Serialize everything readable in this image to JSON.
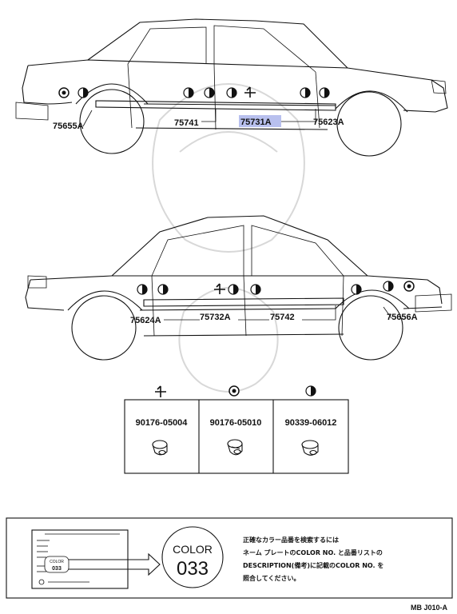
{
  "car_top": {
    "callouts": [
      "75655A",
      "75741",
      "75731A",
      "75623A"
    ],
    "highlighted": "75731A"
  },
  "car_bottom": {
    "callouts": [
      "75624A",
      "75732A",
      "75742",
      "75656A"
    ]
  },
  "fasteners": [
    {
      "symbol_icon": "cross-clip-icon",
      "part_no": "90176-05004"
    },
    {
      "symbol_icon": "round-clip-icon",
      "part_no": "90176-05010"
    },
    {
      "symbol_icon": "half-circle-clip-icon",
      "part_no": "90339-06012"
    }
  ],
  "color_note": {
    "color_label": "COLOR",
    "color_code": "033",
    "plate_code": "033",
    "plate_color_label": "COLOR",
    "japanese_lines": [
      "正確なカラー品番を検索するには",
      "ネーム プレートのCOLOR NO. と品番リストの",
      "DESCRIPTION(備考)に記載のCOLOR NO. を",
      "照合してください。"
    ]
  },
  "footer_code": "MB J010-A",
  "colors": {
    "highlight": "#b8c0ee",
    "ink": "#111111"
  }
}
